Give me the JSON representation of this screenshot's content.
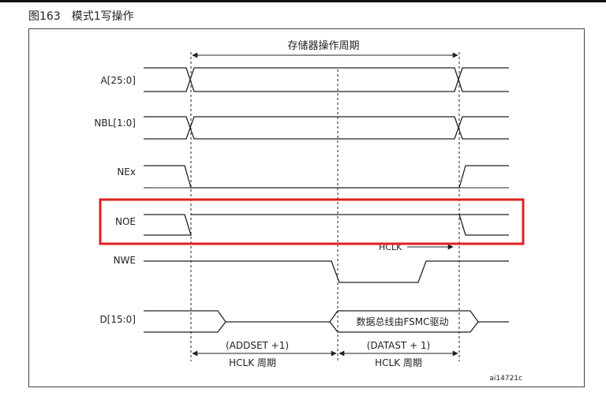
{
  "caption": {
    "number": "图163",
    "title": "模式1写操作"
  },
  "diagram": {
    "top_label": "存储器操作周期",
    "signals": {
      "addr": "A[25:0]",
      "nbl": "NBL[1:0]",
      "nex": "NEx",
      "noe": "NOE",
      "nwe": "NWE",
      "data": "D[15:0]"
    },
    "hclk_label": "HCLK",
    "data_bus_label": "数据总线由FSMC驱动",
    "addset_label": "(ADDSET +1)",
    "addset_unit": "HCLK 周期",
    "datast_label": "(DATAST + 1)",
    "datast_unit": "HCLK 周期",
    "figure_id": "ai14721c",
    "highlight_color": "#e02020",
    "line_color": "#222222"
  }
}
